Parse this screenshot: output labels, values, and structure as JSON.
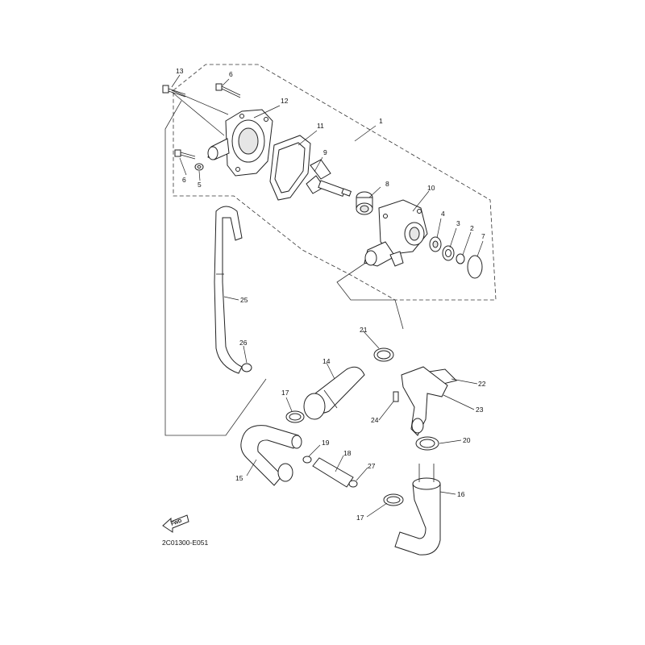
{
  "diagram": {
    "drawing_code": "2C01300-E051",
    "direction_label": "FWD",
    "callouts": {
      "c1": "1",
      "c2": "2",
      "c3": "3",
      "c4": "4",
      "c5": "5",
      "c6a": "6",
      "c6b": "6",
      "c7": "7",
      "c8": "8",
      "c9": "9",
      "c10": "10",
      "c11": "11",
      "c12": "12",
      "c13": "13",
      "c14": "14",
      "c15": "15",
      "c16": "16",
      "c17a": "17",
      "c17b": "17",
      "c18": "18",
      "c19": "19",
      "c20": "20",
      "c21": "21",
      "c22": "22",
      "c23": "23",
      "c24": "24",
      "c25": "25",
      "c26": "26",
      "c27": "27"
    }
  }
}
